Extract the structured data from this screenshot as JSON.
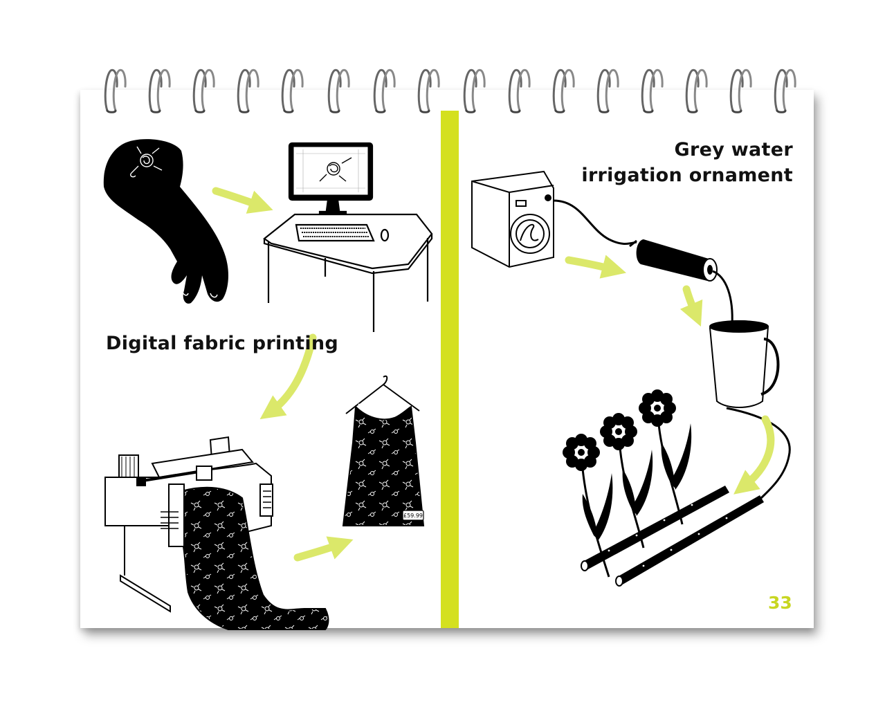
{
  "left_page": {
    "title": "Digital fabric printing",
    "price_tag": "£59.99"
  },
  "right_page": {
    "title_line1": "Grey water",
    "title_line2": "irrigation ornament",
    "page_number": "33"
  },
  "colors": {
    "accent": "#d4e020",
    "arrow": "#dbe86a",
    "page_number": "#c8d622",
    "ink": "#111111",
    "paper": "#ffffff"
  }
}
